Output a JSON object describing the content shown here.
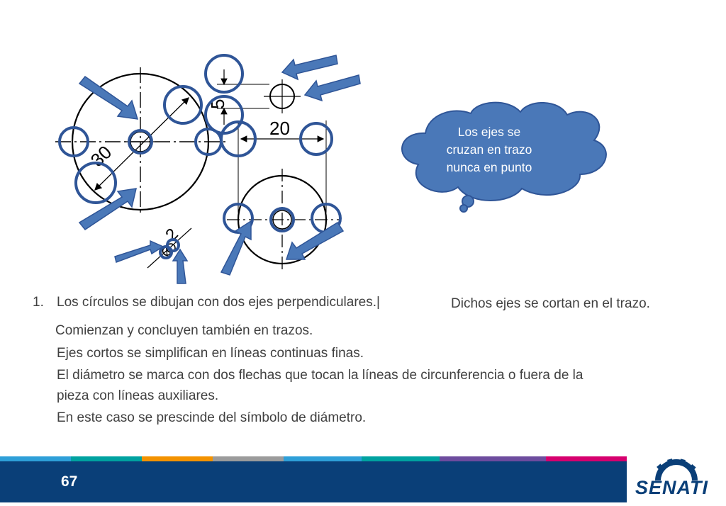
{
  "drawing": {
    "dims": [
      "30",
      "5",
      "20",
      "2"
    ],
    "phi_symbol": "Ø"
  },
  "callout": {
    "lines": [
      "Los ejes se",
      "cruzan en trazo",
      "nunca en punto"
    ],
    "fill": "#4a78b8"
  },
  "body": {
    "item_number": "1.",
    "line1": "Los círculos se dibujan con dos ejes perpendiculares.|",
    "line1_right": "Dichos ejes se cortan en el trazo.",
    "line2": "Comienzan y concluyen también en trazos.",
    "line3": "Ejes cortos se simplifican en líneas continuas finas.",
    "line4a": "El diámetro se marca con dos flechas que tocan la líneas de circunferencia o fuera de la",
    "line4b": "pieza con líneas auxiliares.",
    "line5": "En este caso se prescinde del símbolo de diámetro."
  },
  "footer": {
    "page_number": "67",
    "logo_text": "SENATI",
    "band_color": "#0a3f78",
    "strip_colors": [
      "#2e9fd8",
      "#00a2a0",
      "#f39200",
      "#9b9b9b",
      "#2e9fd8",
      "#00a2a0",
      "#6d4c9e",
      "#d6006e"
    ]
  },
  "icons": [
    "arrow-icon",
    "highlight-circle-icon",
    "gear-icon"
  ]
}
